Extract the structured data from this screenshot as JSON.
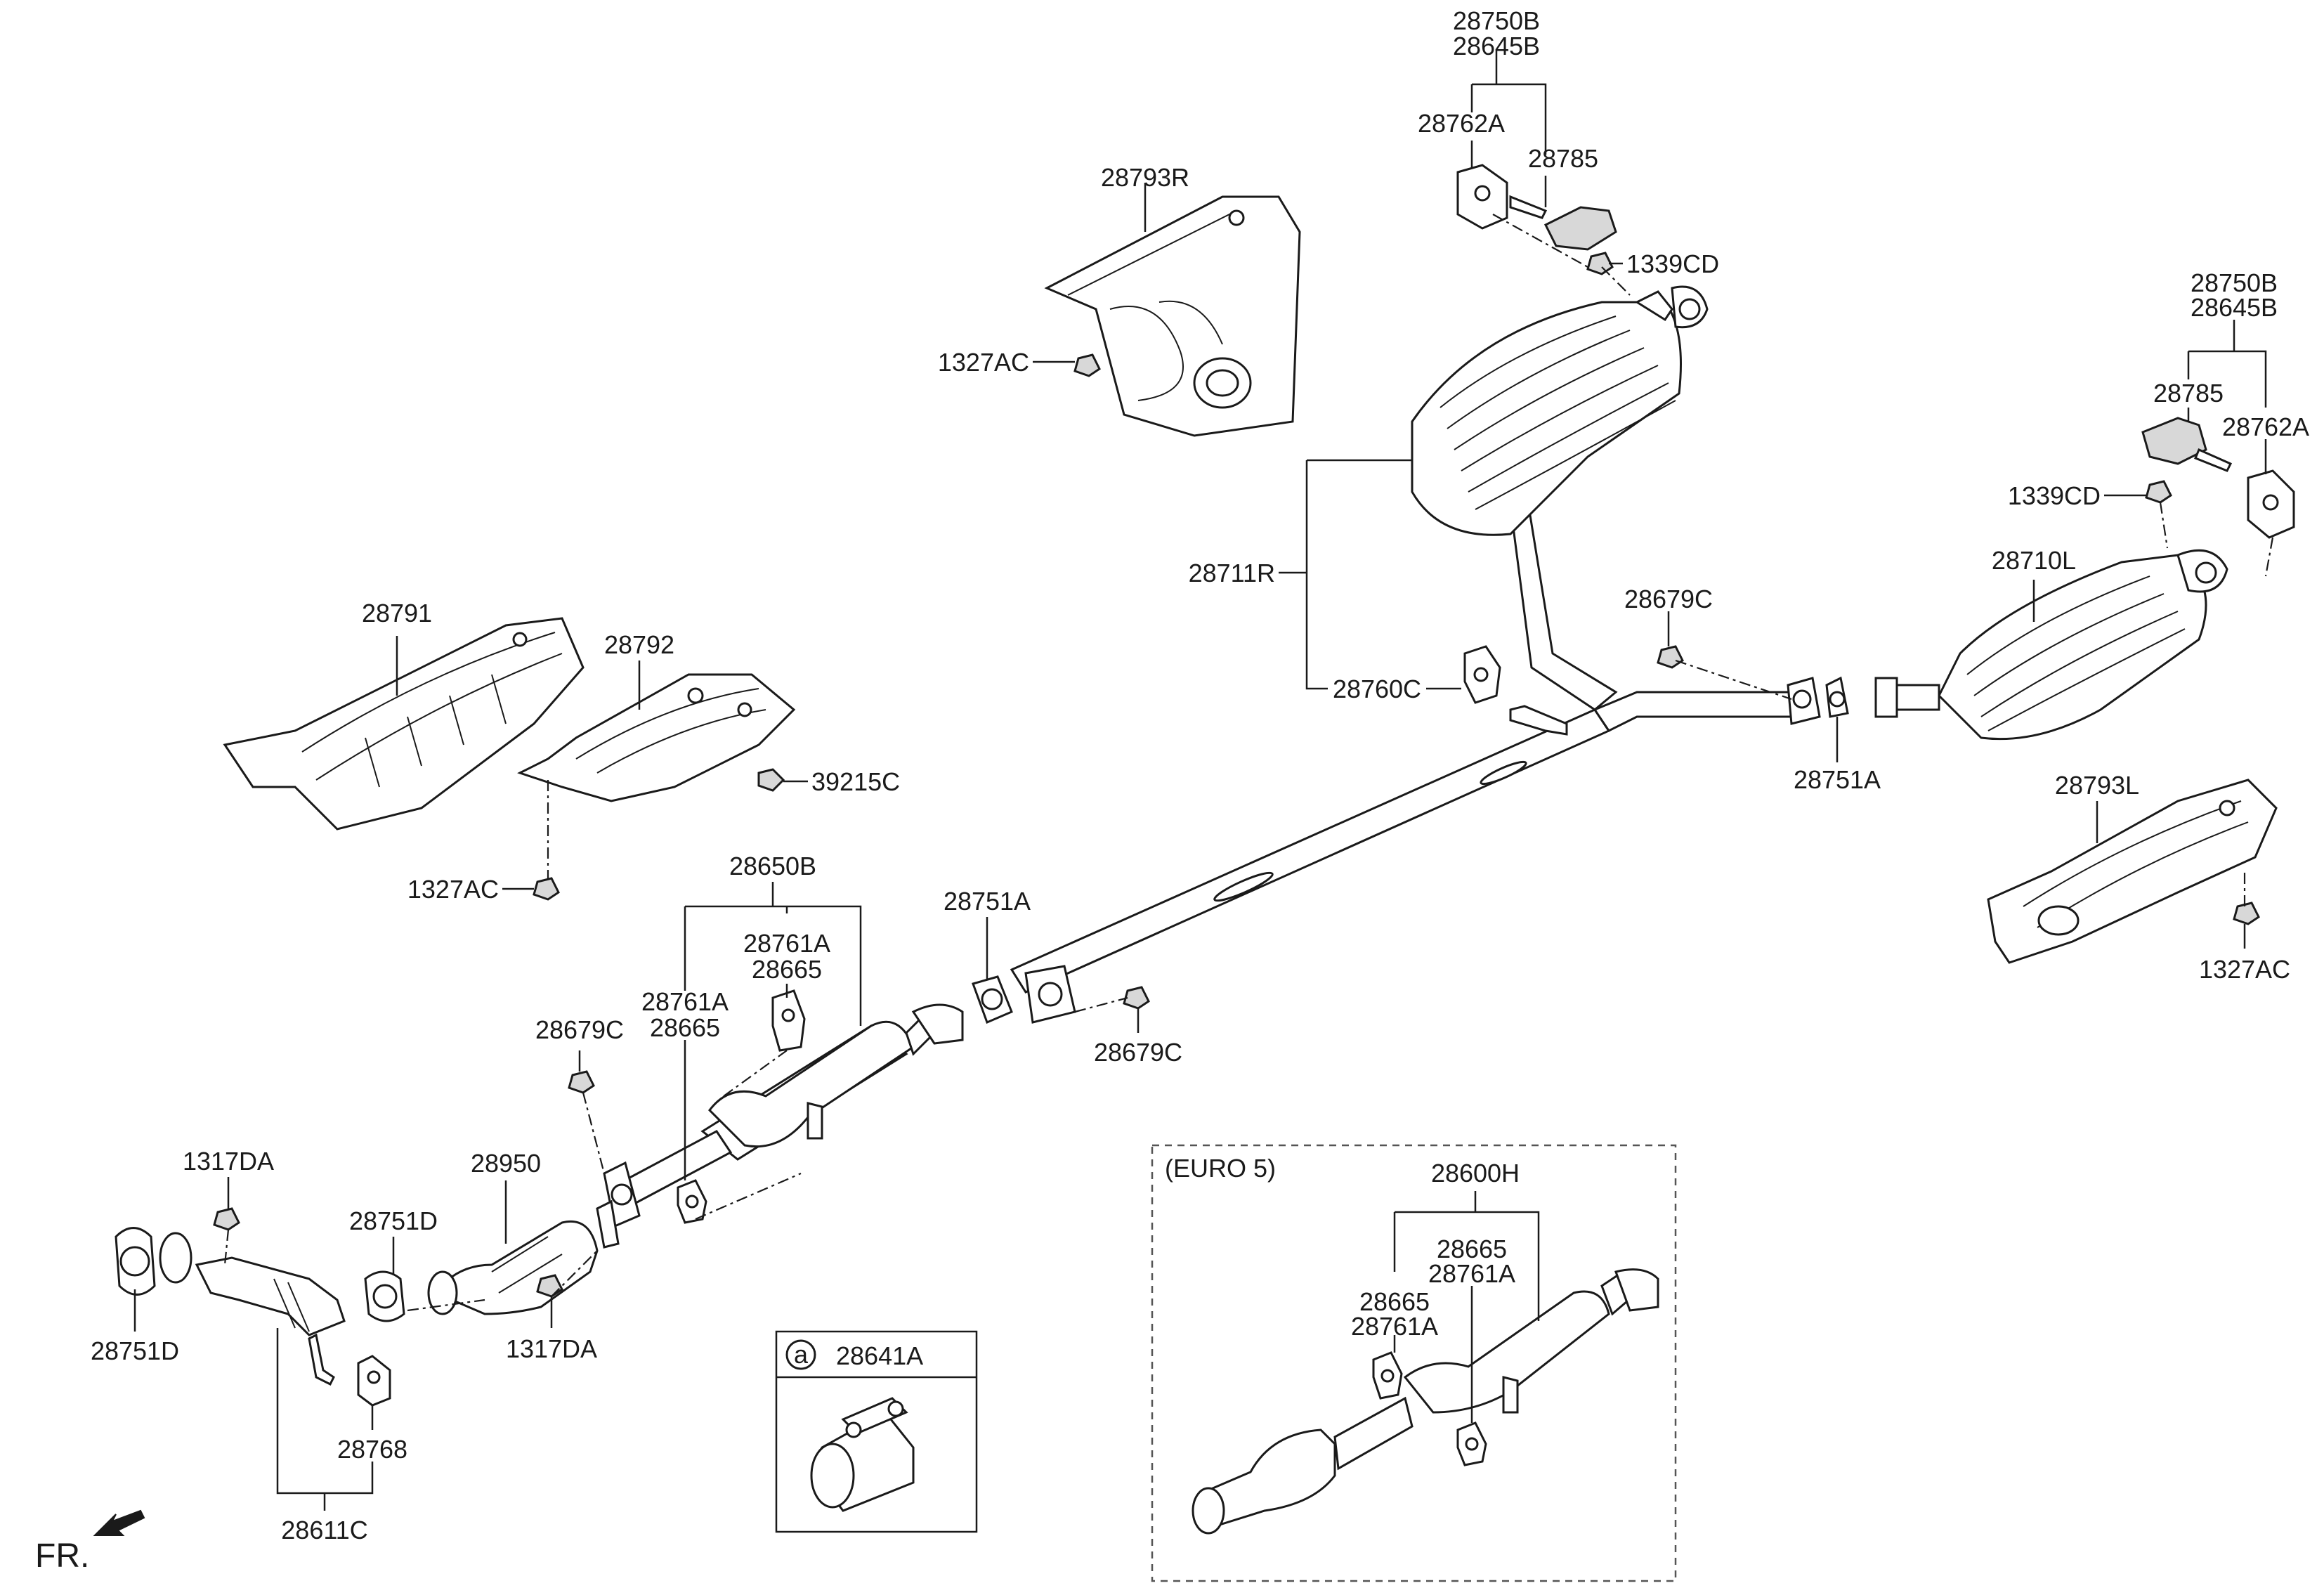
{
  "labels": {
    "p28750B_r": "28750B",
    "p28645B_r": "28645B",
    "p28762A_r": "28762A",
    "p28785_r": "28785",
    "p1339CD_r": "1339CD",
    "p28793R": "28793R",
    "p1327AC_top": "1327AC",
    "p28750B_l": "28750B",
    "p28645B_l": "28645B",
    "p28785_l": "28785",
    "p28762A_l": "28762A",
    "p1339CD_l": "1339CD",
    "p28710L": "28710L",
    "p28711R": "28711R",
    "p28679C_r": "28679C",
    "p28760C": "28760C",
    "p28751A_r": "28751A",
    "p28791": "28791",
    "p28792": "28792",
    "p39215C": "39215C",
    "p1327AC_mid": "1327AC",
    "p28793L": "28793L",
    "p1327AC_rt": "1327AC",
    "p28650B": "28650B",
    "p28761A_a": "28761A",
    "p28665_a": "28665",
    "p28751A_m": "28751A",
    "p28761A_b": "28761A",
    "p28665_b": "28665",
    "p28679C_l": "28679C",
    "p28679C_m": "28679C",
    "p1317DA_t": "1317DA",
    "p28950": "28950",
    "p28751D_t": "28751D",
    "p1317DA_b": "1317DA",
    "p28751D_b": "28751D",
    "p28768": "28768",
    "p28611C": "28611C",
    "p28641A": "28641A",
    "circle_a": "a",
    "euro_title": "(EURO 5)",
    "p28600H": "28600H",
    "p28665_e1": "28665",
    "p28761A_e1": "28761A",
    "p28665_e2": "28665",
    "p28761A_e2": "28761A",
    "fr": "FR."
  }
}
